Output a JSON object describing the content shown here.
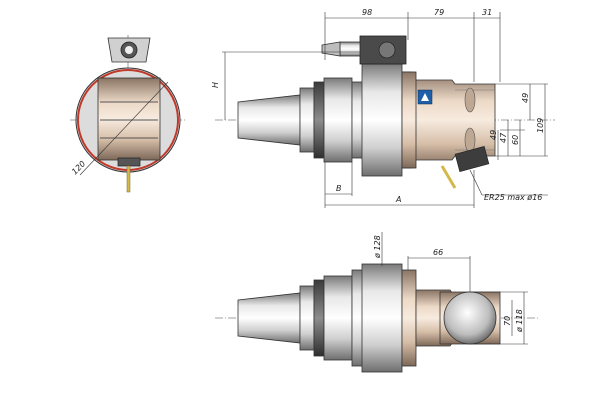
{
  "drawing": {
    "top_view": {
      "dims": {
        "d98": "98",
        "d79": "79",
        "d31": "31",
        "d49a": "49",
        "d49b": "49",
        "d109": "109",
        "d60": "60",
        "d47": "47",
        "H": "H",
        "B": "B",
        "A": "A",
        "er": "ER25 max ø16"
      },
      "colors": {
        "metal": "#c8c8c8",
        "body": "#d9c2ad",
        "accent_red": "#c0392b",
        "logo_blue": "#1f5fa8"
      }
    },
    "end_view": {
      "dims": {
        "d120": "120"
      }
    },
    "bottom_view": {
      "dims": {
        "d128": "ø 128",
        "d66": "66",
        "d70": "70",
        "d118": "ø 118"
      }
    }
  }
}
